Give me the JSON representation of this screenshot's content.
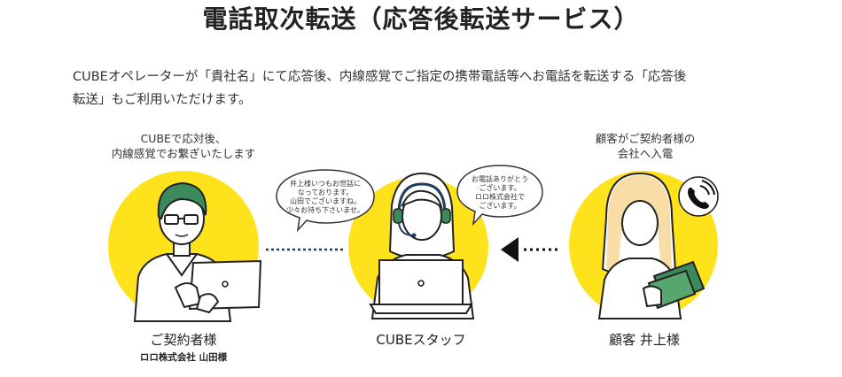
{
  "page": {
    "title": "電話取次転送（応答後転送サービス）",
    "description_line1": "CUBEオペレーターが「貴社名」にて応答後、内線感覚でご指定の携帯電話等へお電話を転送する「応答後",
    "description_line2": "転送」もご利用いただけます。"
  },
  "left": {
    "caption_line1": "CUBEで応対後、",
    "caption_line2": "内線感覚でお繋ぎいたします",
    "name": "ご契約者様",
    "subname": "ロロ株式会社 山田様"
  },
  "center": {
    "name": "CUBEスタッフ",
    "bubble_left": [
      "井上様いつもお世話に",
      "なっております。",
      "山田でございますね。",
      "少々お待ち下さいませ。"
    ],
    "bubble_right": [
      "お電話ありがとう",
      "ございます。",
      "ロロ株式会社で",
      "ございます。"
    ]
  },
  "right": {
    "caption_line1": "顧客がご契約者様の",
    "caption_line2": "会社へ入電",
    "name": "顧客 井上様"
  },
  "colors": {
    "accent_yellow": "#fde21c",
    "connector_blue": "#1f3d5c",
    "text_dark": "#222222"
  },
  "icons": {
    "phone": "phone-ringing-icon",
    "arrow": "arrow-left-icon"
  }
}
